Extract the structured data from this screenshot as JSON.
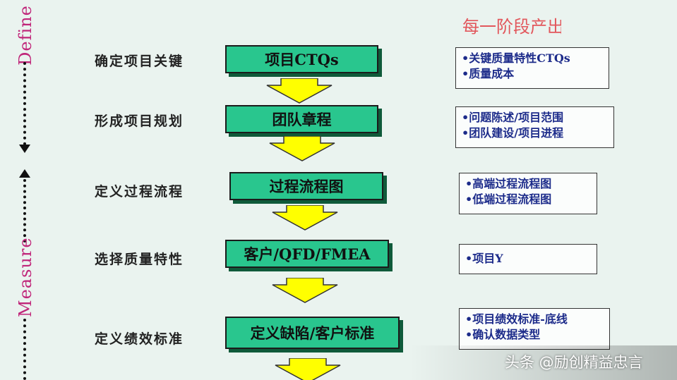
{
  "phases": {
    "define": "Define",
    "measure": "Measure"
  },
  "output_title": "每一阶段产出",
  "steps": [
    {
      "label": "确定项目关键",
      "box": "项目CTQs",
      "outputs": [
        "•关键质量特性CTQs",
        "•质量成本"
      ]
    },
    {
      "label": "形成项目规划",
      "box": "团队章程",
      "outputs": [
        "•问题陈述/项目范围",
        "•团队建设/项目进程"
      ]
    },
    {
      "label": "定义过程流程",
      "box": "过程流程图",
      "outputs": [
        "•高端过程流程图",
        "•低端过程流程图"
      ]
    },
    {
      "label": "选择质量特性",
      "box": "客户/QFD/FMEA",
      "outputs": [
        "•项目Y"
      ]
    },
    {
      "label": "定义绩效标准",
      "box": "定义缺陷/客户标准",
      "outputs": [
        "•项目绩效标准-底线",
        "•确认数据类型"
      ]
    }
  ],
  "watermark": "头条 @励创精益忠言",
  "colors": {
    "box_fill": "#29c68e",
    "arrow_fill": "#ffff00",
    "phase_text": "#c0267a",
    "output_text": "#1c2b8a",
    "title_text": "#e2575c"
  }
}
